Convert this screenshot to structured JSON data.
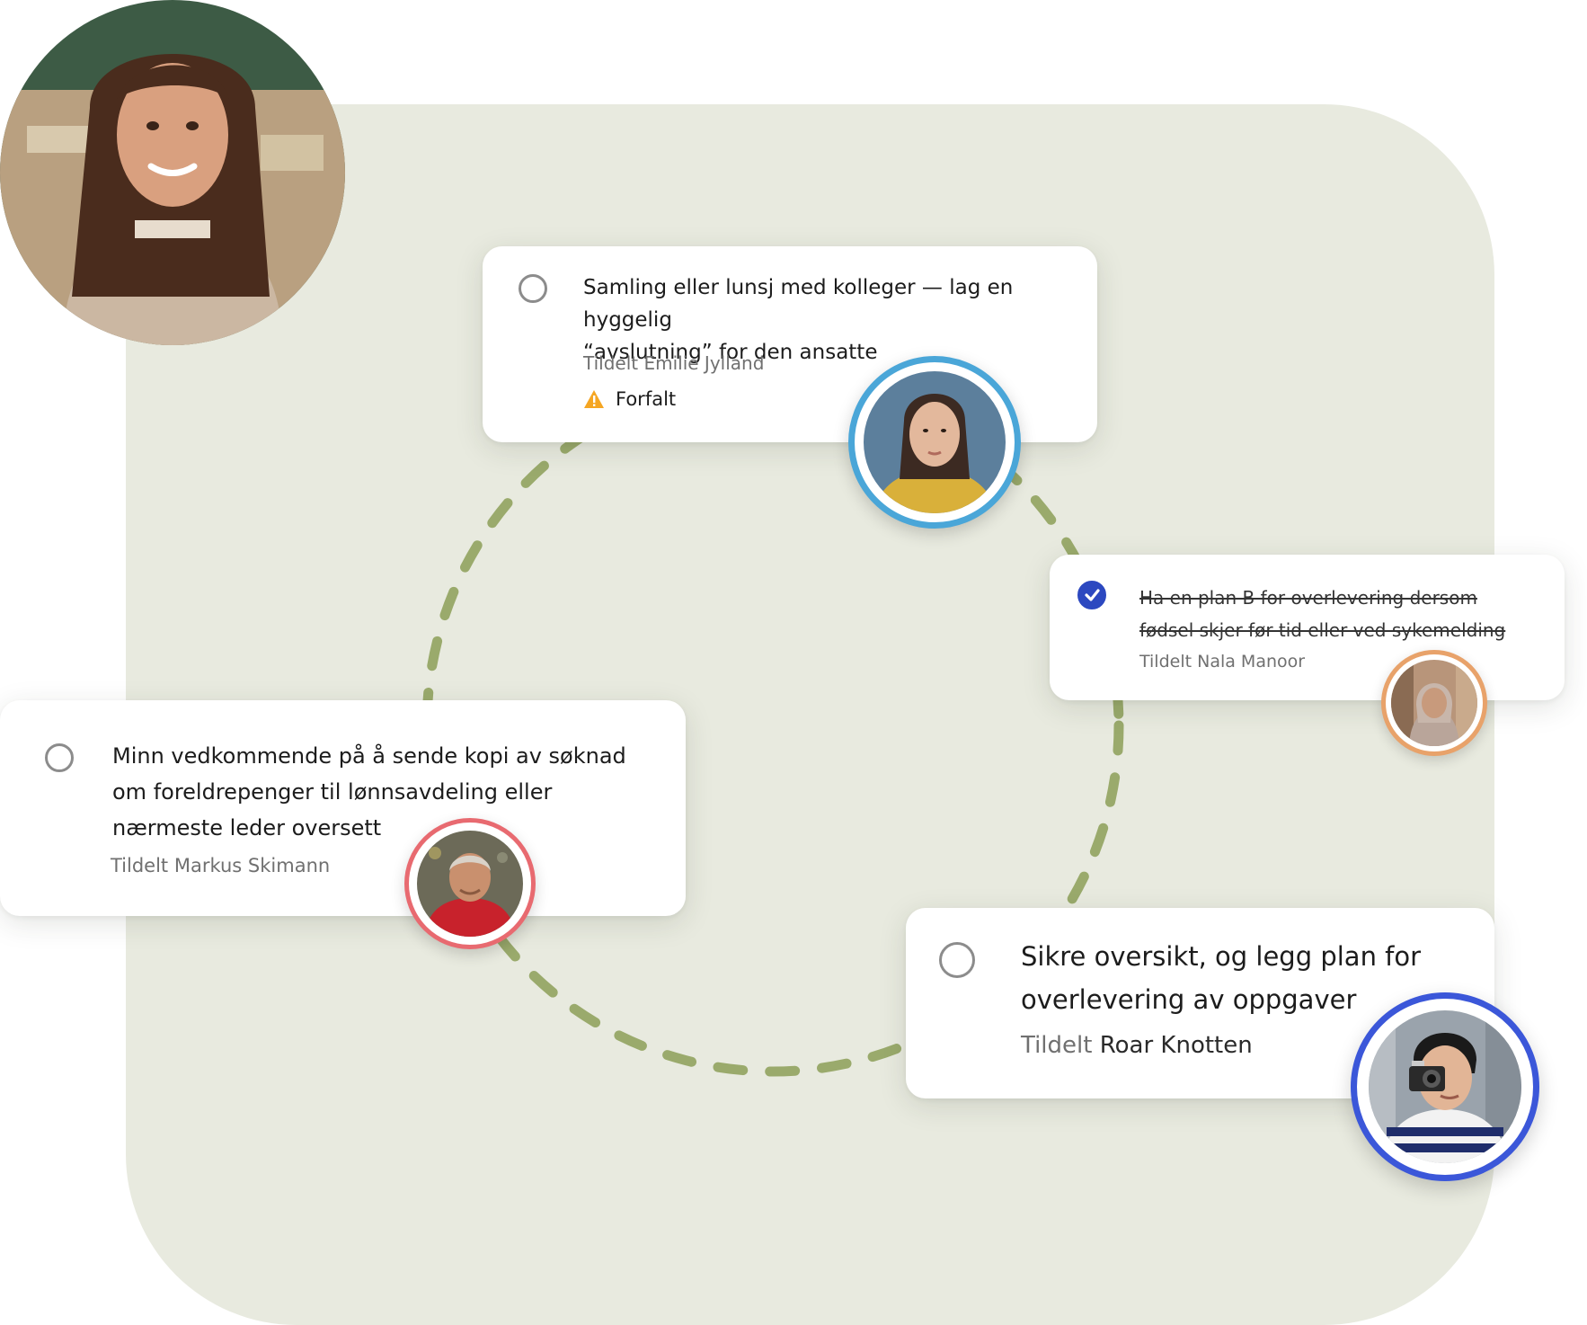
{
  "tasks": [
    {
      "title_line1": "Samling eller lunsj med kolleger — lag en hyggelig",
      "title_line2": "“avslutning” for den ansatte",
      "assigned_prefix": "Tildelt",
      "assignee": "Emilie Jylland",
      "status": "Forfalt",
      "completed": false,
      "ring_color": "#4aa6d8"
    },
    {
      "title_line1": "Ha en plan B for overlevering dersom",
      "title_line2": "fødsel skjer før tid eller ved sykemelding",
      "assigned_prefix": "Tildelt",
      "assignee": "Nala Manoor",
      "completed": true,
      "ring_color": "#e8a26a"
    },
    {
      "title_line1": "Minn vedkommende på å sende kopi av søknad",
      "title_line2": "om foreldrepenger til lønnsavdeling eller",
      "title_line3": "nærmeste leder oversett",
      "assigned_prefix": "Tildelt",
      "assignee": "Markus Skimann",
      "completed": false,
      "ring_color": "#e86a70"
    },
    {
      "title_line1": "Sikre oversikt, og legg plan for",
      "title_line2": "overlevering av oppgaver",
      "assigned_prefix": "Tildelt",
      "assignee": "Roar Knotten",
      "completed": false,
      "ring_color": "#3b57d9"
    }
  ],
  "icons": {
    "warning": "warning-triangle-icon",
    "check": "checkmark-icon"
  },
  "colors": {
    "panel": "#e8eadf",
    "dash": "#9aaa6c",
    "warning": "#f5a623",
    "done": "#2c48c0"
  }
}
